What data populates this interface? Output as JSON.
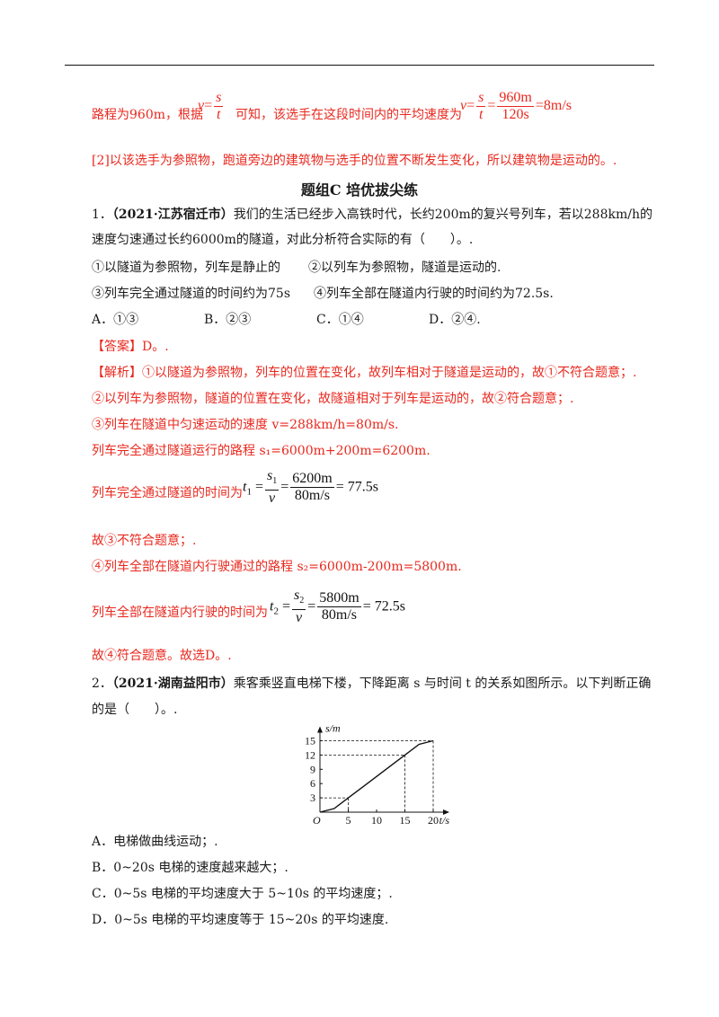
{
  "solution_top": {
    "line1_prefix": "路程为960m，根据",
    "line1_mid": "可知，该选手在这段时间内的平均速度为",
    "formula_v": "v",
    "eq": "=",
    "formula_s": "s",
    "formula_t": "t",
    "calc_num": "960m",
    "calc_den": "120s",
    "calc_result": "=8m/s",
    "line2": "[2]以该选手为参照物，跑道旁边的建筑物与选手的位置不断发生变化，所以建筑物是运动的。."
  },
  "section_heading": "题组C   培优拔尖练",
  "q1": {
    "number": "1．",
    "source": "（2021·江苏宿迁市）",
    "stem_line1": "我们的生活已经步入高铁时代，长约200m的复兴号列车，若以288km/h的",
    "stem_line2": "速度匀速通过长约6000m的隧道，对此分析符合实际的有（　　）。.",
    "statement1": "①以隧道为参照物，列车是静止的",
    "statement2": "②以列车为参照物，隧道是运动的.",
    "statement3": "③列车完全通过隧道的时间约为75s",
    "statement4": "④列车全部在隧道内行驶的时间约为72.5s.",
    "options": [
      "A．①③",
      "B．②③",
      "C．①④",
      "D．②④."
    ],
    "answer": "【答案】D。.",
    "analysis": [
      "【解析】①以隧道为参照物，列车的位置在变化，故列车相对于隧道是运动的，故①不符合题意；.",
      "②以列车为参照物，隧道的位置在变化，故隧道相对于列车是运动的，故②符合题意；.",
      "③列车在隧道中匀速运动的速度 v=288km/h=80m/s.",
      "列车完全通过隧道运行的路程 s₁=6000m+200m=6200m."
    ],
    "t1_text": "列车完全通过隧道的时间为",
    "t1_var": "t",
    "t1_sub": "1",
    "t1_s": "s",
    "t1_s_sub": "1",
    "t1_v": "v",
    "t1_num": "6200m",
    "t1_den": "80m/s",
    "t1_result": "= 77.5s",
    "line_after_t1": "故③不符合题意；.",
    "line_s2": "④列车全部在隧道内行驶通过的路程 s₂=6000m-200m=5800m.",
    "t2_text": "列车全部在隧道内行驶的时间为",
    "t2_var": "t",
    "t2_sub": "2",
    "t2_s": "s",
    "t2_s_sub": "2",
    "t2_v": "v",
    "t2_num": "5800m",
    "t2_den": "80m/s",
    "t2_result": "= 72.5s",
    "conclusion": "故④符合题意。故选D。."
  },
  "q2": {
    "number": "2．",
    "source": "（2021·湖南益阳市）",
    "stem_line1": "乘客乘竖直电梯下楼，下降距离 s 与时间 t 的关系如图所示。以下判断正确",
    "stem_line2": "的是（　　）。.",
    "options": [
      "A．电梯做曲线运动；.",
      "B．0~20s 电梯的速度越来越大；.",
      "C．0~5s 电梯的平均速度大于 5~10s 的平均速度；.",
      "D．0~5s 电梯的平均速度等于 15~20s 的平均速度."
    ]
  },
  "chart_data": {
    "type": "line",
    "title": "",
    "xlabel": "t/s",
    "ylabel": "s/m",
    "origin_label": "O",
    "x_ticks": [
      5,
      10,
      15,
      20
    ],
    "y_ticks": [
      3,
      6,
      9,
      12,
      15
    ],
    "xlim": [
      0,
      20
    ],
    "ylim": [
      0,
      15
    ],
    "series": [
      {
        "x": [
          0,
          2.5,
          5,
          7.5,
          10,
          12.5,
          15,
          17.5,
          20
        ],
        "y": [
          0,
          0.75,
          3,
          5.25,
          7.5,
          9.75,
          12,
          14.25,
          15
        ]
      }
    ],
    "guides": [
      {
        "point": [
          5,
          3
        ]
      },
      {
        "point": [
          15,
          12
        ]
      },
      {
        "point": [
          20,
          15
        ]
      }
    ]
  }
}
